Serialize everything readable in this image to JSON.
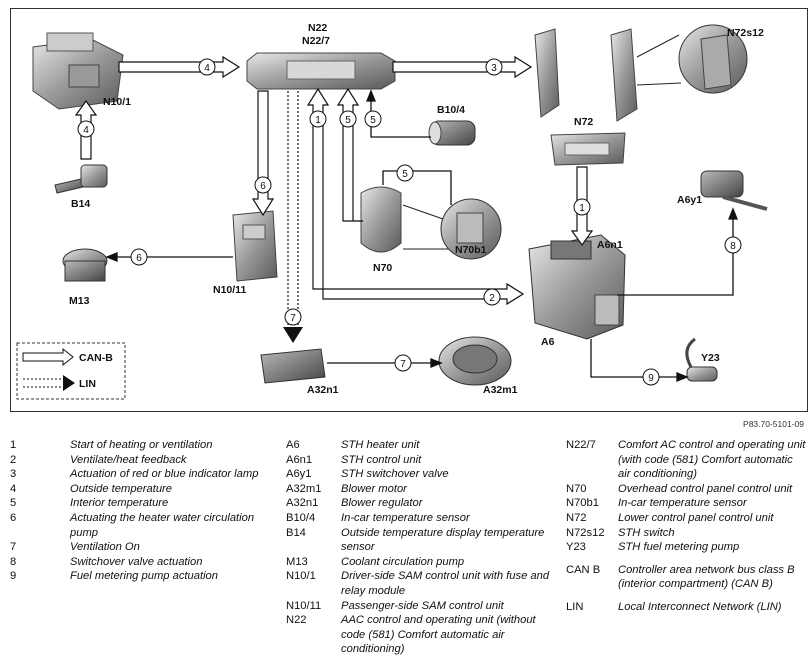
{
  "diagram": {
    "components": {
      "n22": "N22",
      "n22_7": "N22/7",
      "n10_1": "N10/1",
      "b14": "B14",
      "b10_4": "B10/4",
      "n72s12": "N72s12",
      "n72": "N72",
      "a6y1": "A6y1",
      "a6n1": "A6n1",
      "a6": "A6",
      "n70": "N70",
      "n70b1": "N70b1",
      "n10_11": "N10/11",
      "m13": "M13",
      "a32n1": "A32n1",
      "a32m1": "A32m1",
      "y23": "Y23"
    },
    "signals": {
      "s4_top": "4",
      "s4_left": "4",
      "s3": "3",
      "s1_left": "1",
      "s5_mid": "5",
      "s5_right": "5",
      "s5_n70": "5",
      "s6_vert": "6",
      "s6_horiz": "6",
      "s7_vert": "7",
      "s7_horiz": "7",
      "s1_right": "1",
      "s2": "2",
      "s8": "8",
      "s9": "9"
    },
    "legend": {
      "canb": "CAN-B",
      "lin": "LIN"
    },
    "ref": "P83.70-5101-09"
  },
  "key": {
    "col1": [
      {
        "k": "1",
        "v": "Start of heating or ventilation"
      },
      {
        "k": "2",
        "v": "Ventilate/heat feedback"
      },
      {
        "k": "3",
        "v": "Actuation of red or blue indicator lamp"
      },
      {
        "k": "4",
        "v": "Outside temperature"
      },
      {
        "k": "5",
        "v": "Interior temperature"
      },
      {
        "k": "6",
        "v": "Actuating the heater water circulation pump"
      },
      {
        "k": "7",
        "v": "Ventilation On"
      },
      {
        "k": "8",
        "v": "Switchover valve actuation"
      },
      {
        "k": "9",
        "v": "Fuel metering pump actuation"
      }
    ],
    "col2": [
      {
        "k": "A6",
        "v": "STH heater unit"
      },
      {
        "k": "A6n1",
        "v": "STH control unit"
      },
      {
        "k": "A6y1",
        "v": "STH switchover valve"
      },
      {
        "k": "A32m1",
        "v": "Blower motor"
      },
      {
        "k": "A32n1",
        "v": "Blower regulator"
      },
      {
        "k": "B10/4",
        "v": "In-car temperature sensor"
      },
      {
        "k": "B14",
        "v": "Outside temperature display temperature sensor"
      },
      {
        "k": "M13",
        "v": "Coolant circulation pump"
      },
      {
        "k": "N10/1",
        "v": "Driver-side SAM control unit with fuse and relay module"
      },
      {
        "k": "N10/11",
        "v": "Passenger-side SAM control unit"
      },
      {
        "k": "N22",
        "v": "AAC control and operating unit (without code (581) Comfort automatic air conditioning)"
      }
    ],
    "col3": [
      {
        "k": "N22/7",
        "v": "Comfort AC control and operating unit (with code (581) Comfort automatic air conditioning)"
      },
      {
        "k": "N70",
        "v": "Overhead control panel control unit"
      },
      {
        "k": "N70b1",
        "v": "In-car temperature sensor"
      },
      {
        "k": "N72",
        "v": "Lower control panel control unit"
      },
      {
        "k": "N72s12",
        "v": "STH switch"
      },
      {
        "k": "Y23",
        "v": "STH fuel metering pump"
      },
      {
        "k": "CAN B",
        "v": "Controller area network bus class B (interior compartment) (CAN B)"
      },
      {
        "k": "LIN",
        "v": "Local Interconnect Network (LIN)"
      }
    ]
  }
}
